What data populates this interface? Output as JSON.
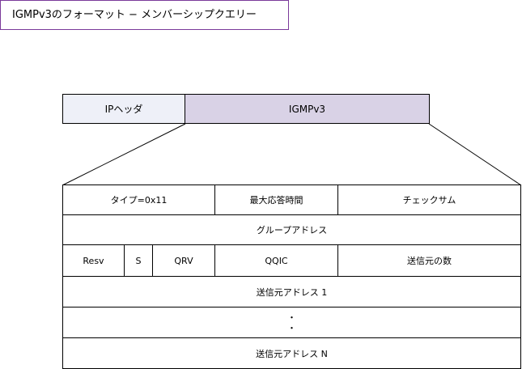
{
  "title": "IGMPv3のフォーマット − メンバーシップクエリー",
  "header": {
    "ip_label": "IPヘッダ",
    "igmp_label": "IGMPv3"
  },
  "packet": {
    "row1": {
      "type": "タイプ=0x11",
      "max_resp": "最大応答時間",
      "checksum": "チェックサム"
    },
    "row2": {
      "group_address": "グループアドレス"
    },
    "row3": {
      "resv": "Resv",
      "s": "S",
      "qrv": "QRV",
      "qqic": "QQIC",
      "num_sources": "送信元の数"
    },
    "row4": {
      "source_1": "送信元アドレス 1"
    },
    "row5": {
      "ellipsis_1": "・",
      "ellipsis_2": "・"
    },
    "row6": {
      "source_n": "送信元アドレス N"
    }
  }
}
